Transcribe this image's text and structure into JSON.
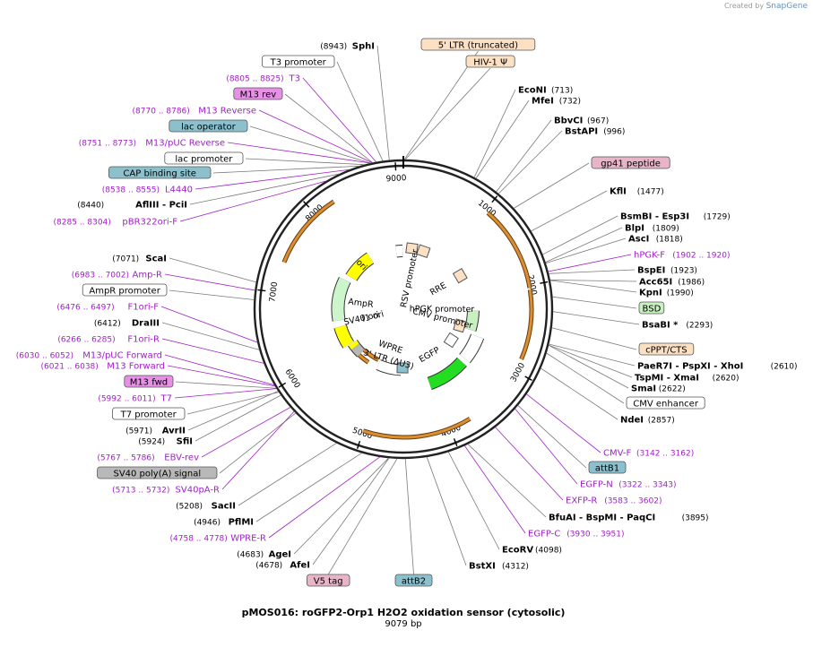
{
  "header": {
    "created_by": "Created by",
    "brand": "SnapGene"
  },
  "map": {
    "title": "pMOS016: roGFP2-Orp1 H2O2 oxidation sensor (cytosolic)",
    "length": "9079 bp",
    "total_bp": 9079,
    "colors": {
      "enzyme": "#000000",
      "primer": "#a020c8",
      "backbone": "#222222",
      "box_orange": "#fbe0c4",
      "box_pink": "#e8b4c8",
      "box_magenta": "#e890e8",
      "box_teal": "#8cc0cc",
      "box_green": "#c8f0c0",
      "box_grey": "#b8b8b8",
      "box_white": "#ffffff",
      "egfp": "#22dd22",
      "ori": "#ffff00",
      "ampr": "#ccf5cc",
      "gene_orange": "#d89030"
    },
    "tick_labels": [
      "1000",
      "2000",
      "3000",
      "4000",
      "5000",
      "6000",
      "7000",
      "8000",
      "9000"
    ],
    "inner_labels": {
      "rsv_promoter": "RSV promoter",
      "rre": "RRE",
      "hpgk_promoter": "hPGK promoter",
      "cmv_promoter": "CMV promoter",
      "egfp": "EGFP",
      "wpre": "WPRE",
      "ltr3": "3' LTR (ΔU3)",
      "f1_ori": "f1 ori",
      "sv40_ori": "SV40 ori",
      "ampr": "AmpR",
      "ori": "ori"
    },
    "right_labels": [
      {
        "kind": "box",
        "color": "box_orange",
        "name": "5' LTR (truncated)"
      },
      {
        "kind": "box",
        "color": "box_orange",
        "name": "HIV-1 Ψ"
      },
      {
        "kind": "enzyme",
        "name": "EcoNI",
        "pos": "(713)"
      },
      {
        "kind": "enzyme",
        "name": "MfeI",
        "pos": "(732)"
      },
      {
        "kind": "enzyme",
        "name": "BbvCI",
        "pos": "(967)"
      },
      {
        "kind": "enzyme",
        "name": "BstAPI",
        "pos": "(996)"
      },
      {
        "kind": "box",
        "color": "box_pink",
        "name": "gp41 peptide"
      },
      {
        "kind": "enzyme",
        "name": "KflI",
        "pos": "(1477)"
      },
      {
        "kind": "enzyme",
        "name": "BsmBI  - Esp3I",
        "pos": "(1729)"
      },
      {
        "kind": "enzyme",
        "name": "BlpI",
        "pos": "(1809)"
      },
      {
        "kind": "enzyme",
        "name": "AscI",
        "pos": "(1818)"
      },
      {
        "kind": "primer",
        "name": "hPGK-F",
        "pos": "(1902 .. 1920)"
      },
      {
        "kind": "enzyme",
        "name": "BspEI",
        "pos": "(1923)"
      },
      {
        "kind": "enzyme",
        "name": "Acc65I",
        "pos": "(1986)"
      },
      {
        "kind": "enzyme",
        "name": "KpnI",
        "pos": "(1990)"
      },
      {
        "kind": "box",
        "color": "box_green",
        "name": "BSD"
      },
      {
        "kind": "enzyme",
        "name": "BsaBI *",
        "pos": "(2293)"
      },
      {
        "kind": "box",
        "color": "box_orange",
        "name": "cPPT/CTS"
      },
      {
        "kind": "enzyme",
        "name": "PaeR7I  - PspXI  - XhoI",
        "pos": "(2610)"
      },
      {
        "kind": "enzyme",
        "name": "TspMI  - XmaI",
        "pos": "(2620)"
      },
      {
        "kind": "enzyme",
        "name": "SmaI",
        "pos": "(2622)"
      },
      {
        "kind": "box",
        "color": "box_white",
        "name": "CMV enhancer"
      },
      {
        "kind": "enzyme",
        "name": "NdeI",
        "pos": "(2857)"
      },
      {
        "kind": "primer",
        "name": "CMV-F",
        "pos": "(3142 .. 3162)"
      },
      {
        "kind": "box",
        "color": "box_teal",
        "name": "attB1"
      },
      {
        "kind": "primer",
        "name": "EGFP-N",
        "pos": "(3322 .. 3343)"
      },
      {
        "kind": "primer",
        "name": "EXFP-R",
        "pos": "(3583 .. 3602)"
      },
      {
        "kind": "enzyme",
        "name": "BfuAI  - BspMI  - PaqCI",
        "pos": "(3895)"
      },
      {
        "kind": "primer",
        "name": "EGFP-C",
        "pos": "(3930 .. 3951)"
      },
      {
        "kind": "enzyme",
        "name": "EcoRV",
        "pos": "(4098)"
      },
      {
        "kind": "enzyme",
        "name": "BstXI",
        "pos": "(4312)"
      },
      {
        "kind": "box",
        "color": "box_teal",
        "name": "attB2"
      }
    ],
    "left_labels": [
      {
        "kind": "enzyme",
        "name": "SphI",
        "pos": "(8943)"
      },
      {
        "kind": "box",
        "color": "box_white",
        "name": "T3 promoter"
      },
      {
        "kind": "primer",
        "name": "T3",
        "pos": "(8805 .. 8825)"
      },
      {
        "kind": "box",
        "color": "box_magenta",
        "name": "M13 rev"
      },
      {
        "kind": "primer",
        "name": "M13 Reverse",
        "pos": "(8770 .. 8786)"
      },
      {
        "kind": "box",
        "color": "box_teal",
        "name": "lac operator"
      },
      {
        "kind": "primer",
        "name": "M13/pUC Reverse",
        "pos": "(8751 .. 8773)"
      },
      {
        "kind": "box",
        "color": "box_white",
        "name": "lac promoter"
      },
      {
        "kind": "box",
        "color": "box_teal",
        "name": "CAP binding site"
      },
      {
        "kind": "primer",
        "name": "L4440",
        "pos": "(8538 .. 8555)"
      },
      {
        "kind": "enzyme",
        "name": "AflIII  - PciI",
        "pos": "(8440)"
      },
      {
        "kind": "primer",
        "name": "pBR322ori-F",
        "pos": "(8285 .. 8304)"
      },
      {
        "kind": "enzyme",
        "name": "ScaI",
        "pos": "(7071)"
      },
      {
        "kind": "primer",
        "name": "Amp-R",
        "pos": "(6983 .. 7002)"
      },
      {
        "kind": "box",
        "color": "box_white",
        "name": "AmpR promoter"
      },
      {
        "kind": "primer",
        "name": "F1ori-F",
        "pos": "(6476 .. 6497)"
      },
      {
        "kind": "enzyme",
        "name": "DraIII",
        "pos": "(6412)"
      },
      {
        "kind": "primer",
        "name": "F1ori-R",
        "pos": "(6266 .. 6285)"
      },
      {
        "kind": "primer",
        "name": "M13/pUC Forward",
        "pos": "(6030 .. 6052)"
      },
      {
        "kind": "primer",
        "name": "M13 Forward",
        "pos": "(6021 .. 6038)"
      },
      {
        "kind": "box",
        "color": "box_magenta",
        "name": "M13 fwd"
      },
      {
        "kind": "primer",
        "name": "T7",
        "pos": "(5992 .. 6011)"
      },
      {
        "kind": "box",
        "color": "box_white",
        "name": "T7 promoter"
      },
      {
        "kind": "enzyme",
        "name": "AvrII",
        "pos": "(5971)"
      },
      {
        "kind": "enzyme",
        "name": "SfiI",
        "pos": "(5924)"
      },
      {
        "kind": "primer",
        "name": "EBV-rev",
        "pos": "(5767 .. 5786)"
      },
      {
        "kind": "box",
        "color": "box_grey",
        "name": "SV40 poly(A) signal"
      },
      {
        "kind": "primer",
        "name": "SV40pA-R",
        "pos": "(5713 .. 5732)"
      },
      {
        "kind": "enzyme",
        "name": "SacII",
        "pos": "(5208)"
      },
      {
        "kind": "enzyme",
        "name": "PflMI",
        "pos": "(4946)"
      },
      {
        "kind": "primer",
        "name": "WPRE-R",
        "pos": "(4758 .. 4778)"
      },
      {
        "kind": "enzyme",
        "name": "AgeI",
        "pos": "(4683)"
      },
      {
        "kind": "enzyme",
        "name": "AfeI",
        "pos": "(4678)"
      },
      {
        "kind": "box",
        "color": "box_pink",
        "name": "V5 tag"
      }
    ]
  }
}
